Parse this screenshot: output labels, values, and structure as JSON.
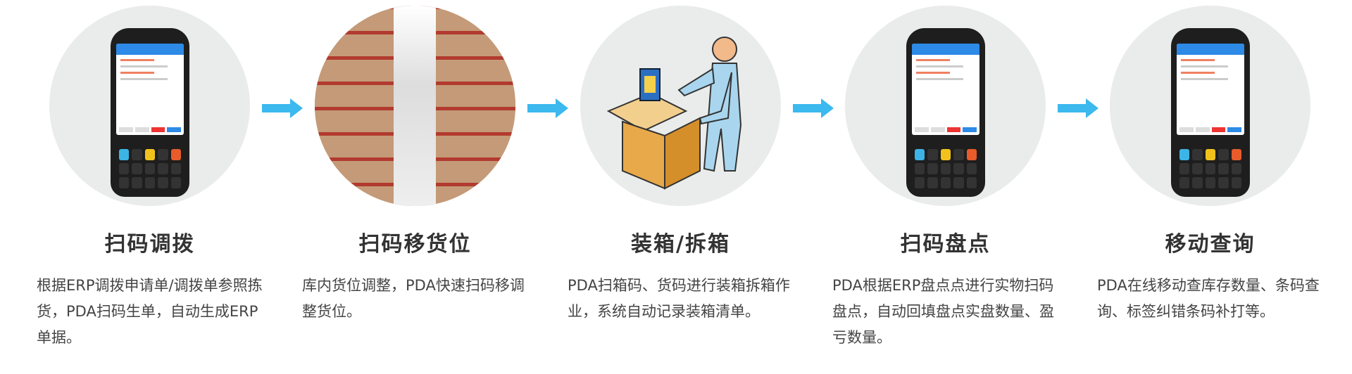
{
  "accent_color": "#3cb9ee",
  "steps": [
    {
      "title": "扫码调拨",
      "description": "根据ERP调拨申请单/调拨单参照拣货，PDA扫码生单，自动生成ERP单据。",
      "image": "pda-device"
    },
    {
      "title": "扫码移货位",
      "description": "库内货位调整，PDA快速扫码移调整货位。",
      "image": "warehouse-shelves"
    },
    {
      "title": "装箱/拆箱",
      "description": "PDA扫箱码、货码进行装箱拆箱作业，系统自动记录装箱清单。",
      "image": "person-packing-box"
    },
    {
      "title": "扫码盘点",
      "description": "PDA根据ERP盘点点进行实物扫码盘点，自动回填盘点实盘数量、盈亏数量。",
      "image": "pda-device"
    },
    {
      "title": "移动查询",
      "description": "PDA在线移动查库存数量、条码查询、标签纠错条码补打等。",
      "image": "pda-device"
    }
  ]
}
